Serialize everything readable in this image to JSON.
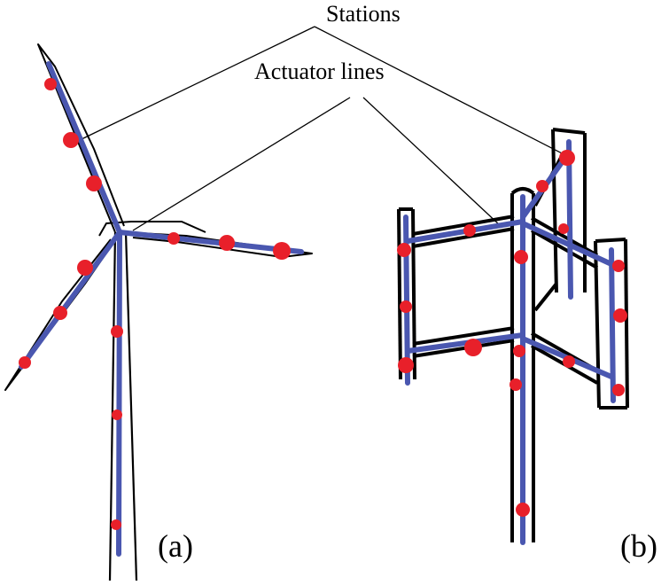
{
  "labels": {
    "stations": "Stations",
    "actuator_lines": "Actuator lines",
    "panel_a": "(a)",
    "panel_b": "(b)"
  },
  "colors": {
    "structure": "#000000",
    "actuator_line": "#4a57b0",
    "station": "#e8202a"
  }
}
